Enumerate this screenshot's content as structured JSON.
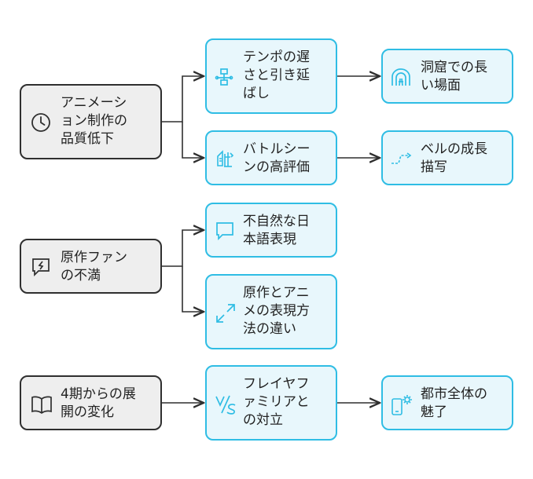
{
  "nodes": {
    "anime_quality": "アニメーシ\nョン制作の\n品質低下",
    "tempo": "テンポの遅\nさと引き延\nばし",
    "cave": "洞窟での長\nい場面",
    "battle": "バトルシー\nンの高評価",
    "bell": "ベルの成長\n描写",
    "fan_dissatisfaction": "原作ファン\nの不満",
    "japanese": "不自然な日\n本語表現",
    "expression_diff": "原作とアニ\nメの表現方\n法の違い",
    "season4": "4期からの展\n開の変化",
    "freya": "フレイヤフ\nァミリアと\nの対立",
    "city": "都市全体の\n魅了"
  },
  "colors": {
    "gray_fill": "#eeeeee",
    "gray_stroke": "#2f2f2f",
    "blue_fill": "#e8f7fc",
    "blue_stroke": "#2fbde4",
    "icon_stroke": "#2fbde4"
  },
  "icons": {
    "anime_quality": "clock-icon",
    "tempo": "flowchart-icon",
    "cave": "tunnel-icon",
    "battle": "knight-icon",
    "bell": "path-arrow-icon",
    "fan_dissatisfaction": "broken-speech-bubble-icon",
    "japanese": "speech-bubble-icon",
    "expression_diff": "diverging-arrows-icon",
    "season4": "open-book-icon",
    "freya": "versus-icon",
    "city": "phone-settings-icon"
  }
}
